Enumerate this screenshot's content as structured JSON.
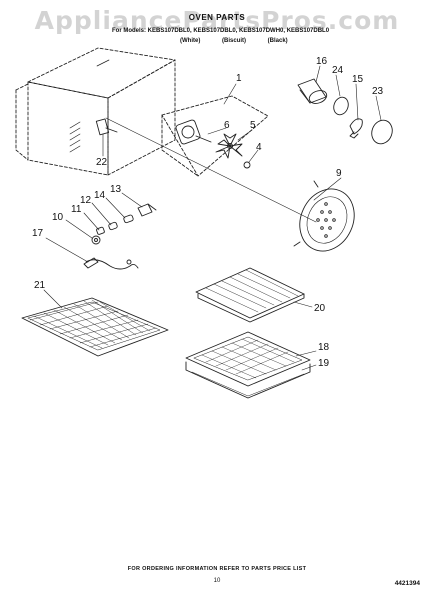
{
  "header": {
    "watermark": "AppliancePartsPros.com",
    "title": "OVEN PARTS",
    "subtitle": "For Models: KEBS107DBL0, KEBS107DBL0, KEBS107DWH0, KEBS107DBL0",
    "variants": [
      "(White)",
      "(Biscuit)",
      "(Black)"
    ]
  },
  "callouts": [
    {
      "id": "1",
      "label": "1"
    },
    {
      "id": "4",
      "label": "4"
    },
    {
      "id": "5",
      "label": "5"
    },
    {
      "id": "6",
      "label": "6"
    },
    {
      "id": "9",
      "label": "9"
    },
    {
      "id": "10",
      "label": "10"
    },
    {
      "id": "11",
      "label": "11"
    },
    {
      "id": "12",
      "label": "12"
    },
    {
      "id": "13",
      "label": "13"
    },
    {
      "id": "14",
      "label": "14"
    },
    {
      "id": "15",
      "label": "15"
    },
    {
      "id": "16",
      "label": "16"
    },
    {
      "id": "17",
      "label": "17"
    },
    {
      "id": "18",
      "label": "18"
    },
    {
      "id": "19",
      "label": "19"
    },
    {
      "id": "20",
      "label": "20"
    },
    {
      "id": "21",
      "label": "21"
    },
    {
      "id": "22",
      "label": "22"
    },
    {
      "id": "23",
      "label": "23"
    },
    {
      "id": "24",
      "label": "24"
    }
  ],
  "footer": {
    "note": "FOR ORDERING INFORMATION REFER TO PARTS PRICE LIST",
    "page": "10",
    "doc_number": "4421394"
  }
}
